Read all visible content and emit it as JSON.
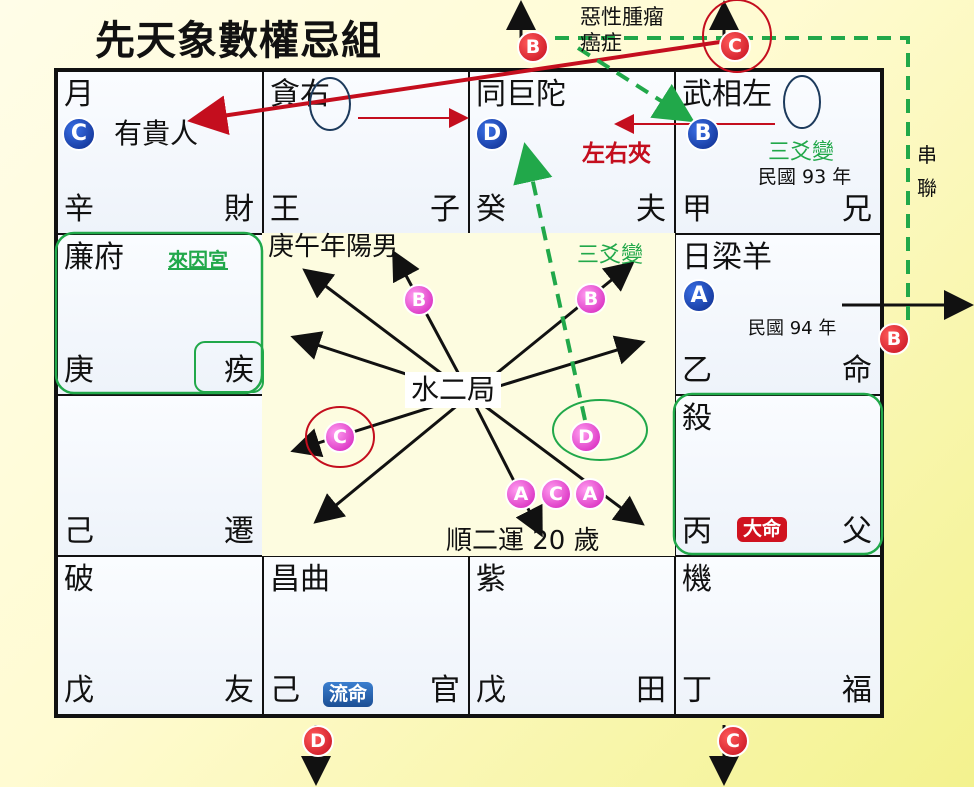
{
  "title": "先天象數權忌組",
  "annotations": {
    "tumor_line1": "惡性腫瘤",
    "tumor_line2": "癌症",
    "series_line1": "串",
    "series_line2": "聯",
    "zuoyoujia": "左右夾",
    "sanyaobian": "三爻變",
    "laiyingong": "來因宮",
    "year93": "民國 93 年",
    "year94": "民國 94 年",
    "youguiren": "有貴人",
    "center_title": "庚午年陽男",
    "center_bureau": "水二局",
    "center_yun": "順二運 20 歲",
    "daming": "大命",
    "liuming": "流命"
  },
  "badges": {
    "A": "A",
    "B": "B",
    "C": "C",
    "D": "D"
  },
  "cells": {
    "si": {
      "stars": "月",
      "stem": "辛",
      "palace": "財"
    },
    "wu": {
      "stars_a": "貪",
      "stars_b": "右",
      "stem": "王",
      "palace": "子"
    },
    "wei": {
      "stars": "同巨陀",
      "stem": "癸",
      "palace": "夫"
    },
    "shen": {
      "stars_a": "武相",
      "stars_b": "左",
      "stem": "甲",
      "palace": "兄"
    },
    "chen": {
      "stars": "廉府",
      "stem": "庚",
      "palace": "疾"
    },
    "you": {
      "stars": "日梁羊",
      "stem": "乙",
      "palace": "命"
    },
    "mao": {
      "stars": "",
      "stem": "己",
      "palace": "遷"
    },
    "xu": {
      "stars": "殺",
      "stem": "丙",
      "palace": "父"
    },
    "yin": {
      "stars": "破",
      "stem": "戊",
      "palace": "友"
    },
    "chou": {
      "stars": "昌曲",
      "stem": "己",
      "palace": "官"
    },
    "zi": {
      "stars": "紫",
      "stem": "戊",
      "palace": "田"
    },
    "hai": {
      "stars": "機",
      "stem": "丁",
      "palace": "福"
    }
  },
  "colors": {
    "red": "#c40e1e",
    "green": "#21a84a",
    "blue": "#0c2a8a",
    "pink": "#d21ab8"
  }
}
